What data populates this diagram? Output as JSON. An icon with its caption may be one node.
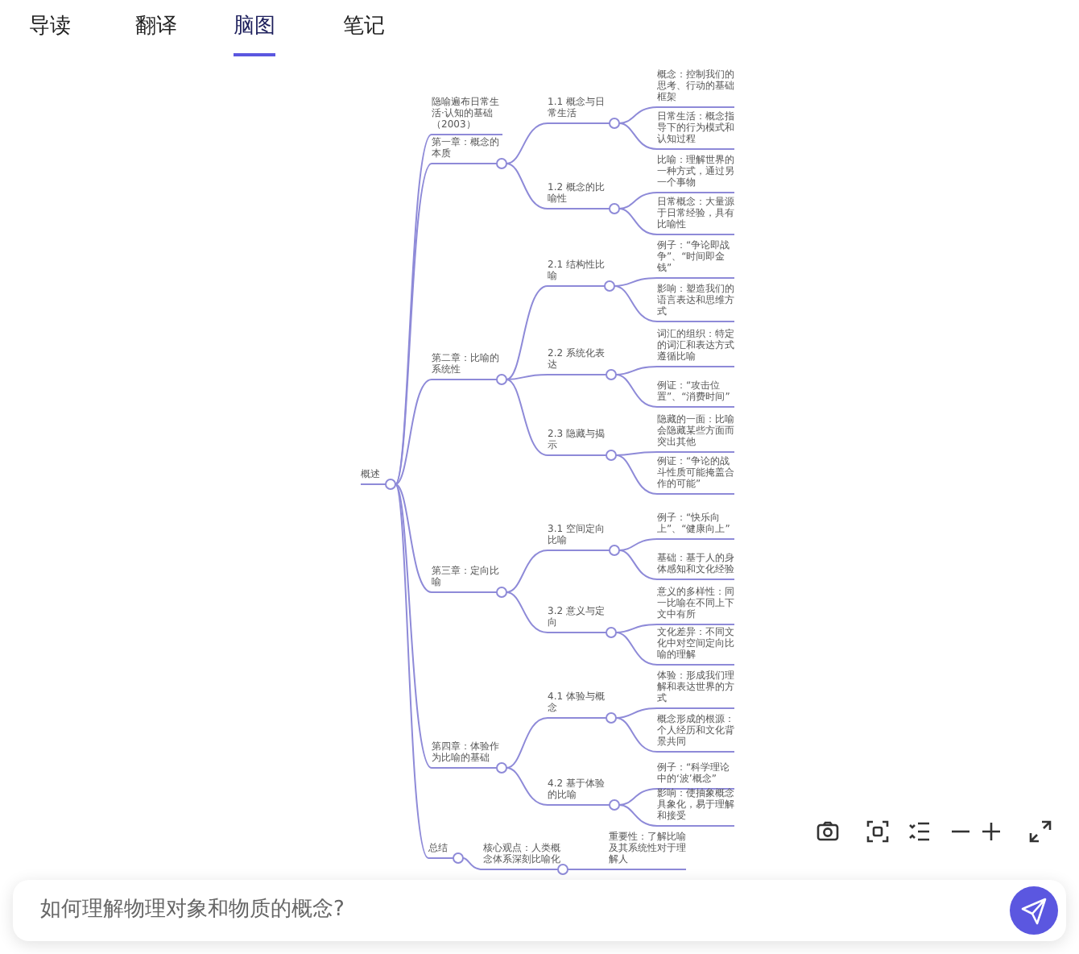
{
  "diagram": {
    "nodes": [
      {
        "text": [
          "概述"
        ]
      },
      {
        "text": [
          "隐喻遍布日常生活·认知的基础（2003）"
        ]
      },
      {
        "text": [
          "第一章：概念的本质"
        ]
      },
      {
        "text": [
          "1.1 概念与日常生活"
        ]
      },
      {
        "text": [
          "概念：控制我们的思考、行动的基础框架"
        ]
      },
      {
        "text": [
          "日常生活：概念指导下的行为模式和认知过程"
        ]
      },
      {
        "text": [
          "1.2 概念的比喻性"
        ]
      },
      {
        "text": [
          "比喻：理解世界的一种方式，通过另一个事物"
        ]
      },
      {
        "text": [
          "日常概念：大量源于日常经验，具有比喻性"
        ]
      },
      {
        "text": [
          "第二章：比喻的系统性"
        ]
      },
      {
        "text": [
          "2.1 结构性比喻"
        ]
      },
      {
        "text": [
          "例子：“争论即战争”、“时间即金钱”"
        ]
      },
      {
        "text": [
          "影响：塑造我们的语言表达和思维方式"
        ]
      },
      {
        "text": [
          "2.2 系统化表达"
        ]
      },
      {
        "text": [
          "词汇的组织：特定的词汇和表达方式遵循比喻"
        ]
      },
      {
        "text": [
          "例证：“攻击位置”、“消费时间”"
        ]
      },
      {
        "text": [
          "2.3 隐藏与揭示"
        ]
      },
      {
        "text": [
          "隐藏的一面：比喻会隐藏某些方面而突出其他"
        ]
      },
      {
        "text": [
          "例证：“争论的战斗性质可能掩盖合作的可能”"
        ]
      },
      {
        "text": [
          "第三章：定向比喻"
        ]
      },
      {
        "text": [
          "3.1 空间定向比喻"
        ]
      },
      {
        "text": [
          "例子：“快乐向上”、“健康向上”"
        ]
      },
      {
        "text": [
          "基础：基于人的身体感知和文化经验"
        ]
      },
      {
        "text": [
          "3.2 意义与定向"
        ]
      },
      {
        "text": [
          "意义的多样性：同一比喻在不同上下文中有所"
        ]
      },
      {
        "text": [
          "文化差异：不同文化中对空间定向比喻的理解"
        ]
      },
      {
        "text": [
          "第四章：体验作为比喻的基础"
        ]
      },
      {
        "text": [
          "4.1 体验与概念"
        ]
      },
      {
        "text": [
          "体验：形成我们理解和表达世界的方式"
        ]
      },
      {
        "text": [
          "概念形成的根源：个人经历和文化背景共同"
        ]
      },
      {
        "text": [
          "4.2 基于体验的比喻"
        ]
      },
      {
        "text": [
          "例子：“科学理论中的‘波’概念”"
        ]
      },
      {
        "text": [
          "影响：使抽象概念具象化，易于理解和接受"
        ]
      },
      {
        "text": [
          "总结"
        ]
      },
      {
        "text": [
          "核心观点：人类概念体系深刻比喻化"
        ]
      },
      {
        "text": [
          "重要性：了解比喻及其系统性对于理解人"
        ]
      }
    ],
    "edges": [
      {
        "from": 0,
        "to": 1,
        "arrow": "none"
      },
      {
        "from": 0,
        "to": 2,
        "arrow": "none"
      },
      {
        "from": 2,
        "to": 3,
        "arrow": "none"
      },
      {
        "from": 3,
        "to": 4,
        "arrow": "none"
      },
      {
        "from": 3,
        "to": 5,
        "arrow": "none"
      },
      {
        "from": 2,
        "to": 6,
        "arrow": "none"
      },
      {
        "from": 6,
        "to": 7,
        "arrow": "none"
      },
      {
        "from": 6,
        "to": 8,
        "arrow": "none"
      },
      {
        "from": 0,
        "to": 9,
        "arrow": "none"
      },
      {
        "from": 9,
        "to": 10,
        "arrow": "none"
      },
      {
        "from": 10,
        "to": 11,
        "arrow": "none"
      },
      {
        "from": 10,
        "to": 12,
        "arrow": "none"
      },
      {
        "from": 9,
        "to": 13,
        "arrow": "none"
      },
      {
        "from": 13,
        "to": 14,
        "arrow": "none"
      },
      {
        "from": 13,
        "to": 15,
        "arrow": "none"
      },
      {
        "from": 9,
        "to": 16,
        "arrow": "none"
      },
      {
        "from": 16,
        "to": 17,
        "arrow": "none"
      },
      {
        "from": 16,
        "to": 18,
        "arrow": "none"
      },
      {
        "from": 0,
        "to": 19,
        "arrow": "none"
      },
      {
        "from": 19,
        "to": 20,
        "arrow": "none"
      },
      {
        "from": 20,
        "to": 21,
        "arrow": "none"
      },
      {
        "from": 20,
        "to": 22,
        "arrow": "none"
      },
      {
        "from": 19,
        "to": 23,
        "arrow": "none"
      },
      {
        "from": 23,
        "to": 24,
        "arrow": "none"
      },
      {
        "from": 23,
        "to": 25,
        "arrow": "none"
      },
      {
        "from": 0,
        "to": 26,
        "arrow": "none"
      },
      {
        "from": 26,
        "to": 27,
        "arrow": "none"
      },
      {
        "from": 27,
        "to": 28,
        "arrow": "none"
      },
      {
        "from": 27,
        "to": 29,
        "arrow": "none"
      },
      {
        "from": 26,
        "to": 30,
        "arrow": "none"
      },
      {
        "from": 30,
        "to": 31,
        "arrow": "none"
      },
      {
        "from": 30,
        "to": 32,
        "arrow": "none"
      },
      {
        "from": 0,
        "to": 33,
        "arrow": "none"
      },
      {
        "from": 33,
        "to": 34,
        "arrow": "none"
      },
      {
        "from": 34,
        "to": 35,
        "arrow": "none"
      }
    ],
    "labels": [
      "导读",
      "翻译",
      "脑图",
      "笔记",
      "如何理解物理对象和物质的概念?"
    ]
  }
}
